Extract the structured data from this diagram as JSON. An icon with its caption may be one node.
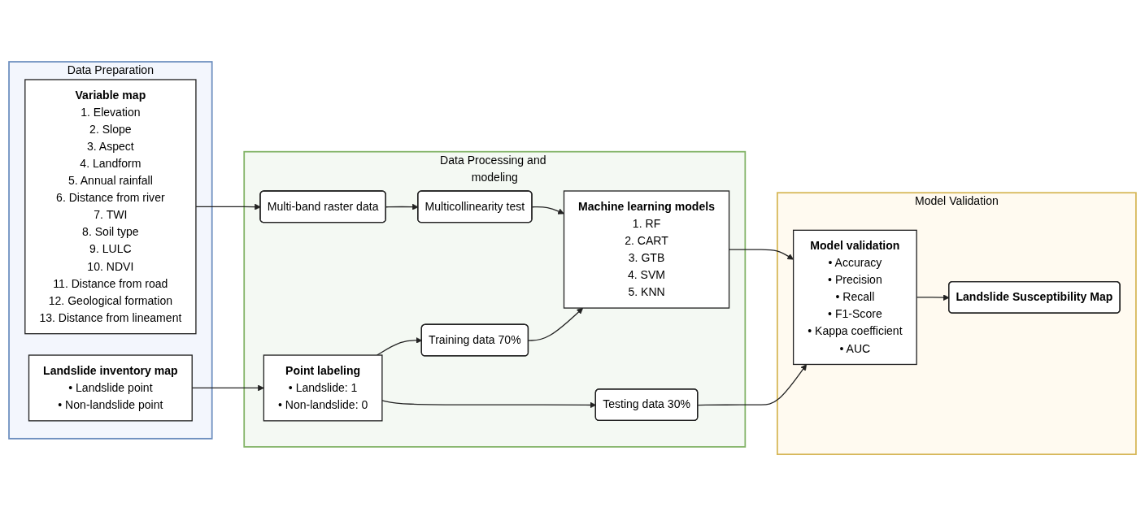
{
  "diagram": {
    "nodes": [
      {
        "text": [
          "Data Preparation"
        ]
      },
      {
        "text": [
          "Variable map",
          "1. Elevation",
          "2. Slope",
          "3. Aspect",
          "4. Landform",
          "5. Annual rainfall",
          "6. Distance from river",
          "7. TWI",
          "8. Soil type",
          "9. LULC",
          "10. NDVI",
          "11. Distance from road",
          "12. Geological formation",
          "13. Distance from lineament"
        ],
        "in": 0
      },
      {
        "text": [
          "Landslide inventory map",
          "• Landslide point",
          "• Non-landslide point"
        ],
        "in": 0
      },
      {
        "text": [
          "Data Processing and modeling"
        ]
      },
      {
        "text": [
          "Multi-band raster data"
        ],
        "in": 3
      },
      {
        "text": [
          "Multicollinearity test"
        ],
        "in": 3
      },
      {
        "text": [
          "Point labeling",
          "• Landslide: 1",
          "• Non-landslide: 0"
        ],
        "in": 3
      },
      {
        "text": [
          "Training data 70%"
        ],
        "in": 3
      },
      {
        "text": [
          "Testing data 30%"
        ],
        "in": 3
      },
      {
        "text": [
          "Machine learning models",
          "1. RF",
          "2. CART",
          "3. GTB",
          "4. SVM",
          "5. KNN"
        ],
        "in": 3
      },
      {
        "text": [
          "Model Validation"
        ]
      },
      {
        "text": [
          "Model validation",
          "• Accuracy",
          "• Precision",
          "• Recall",
          "• F1-Score",
          "• Kappa coefficient",
          "• AUC"
        ],
        "in": 10
      },
      {
        "text": [
          "Landslide Susceptibility Map"
        ],
        "in": 10
      }
    ],
    "edges": [
      {
        "from": 1,
        "to": 4,
        "arrow": "to"
      },
      {
        "from": 4,
        "to": 5,
        "arrow": "to"
      },
      {
        "from": 5,
        "to": 9,
        "arrow": "to"
      },
      {
        "from": 2,
        "to": 6,
        "arrow": "to"
      },
      {
        "from": 6,
        "to": 7,
        "arrow": "to"
      },
      {
        "from": 6,
        "to": 8,
        "arrow": "to"
      },
      {
        "from": 7,
        "to": 9,
        "arrow": "to"
      },
      {
        "from": 9,
        "to": 11,
        "arrow": "to"
      },
      {
        "from": 8,
        "to": 11,
        "arrow": "to"
      },
      {
        "from": 11,
        "to": 12,
        "arrow": "to"
      }
    ]
  }
}
